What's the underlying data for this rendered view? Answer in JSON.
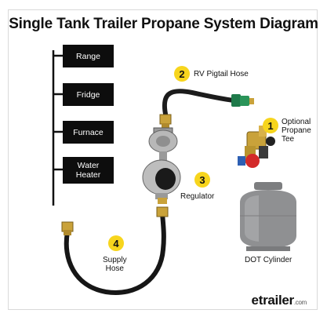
{
  "title": "Single Tank Trailer Propane System Diagram",
  "appliances": [
    "Range",
    "Fridge",
    "Furnace",
    "Water\nHeater"
  ],
  "components": [
    {
      "number": "1",
      "label": "Optional\nPropane\nTee"
    },
    {
      "number": "2",
      "label": "RV Pigtail Hose"
    },
    {
      "number": "3",
      "label": "Regulator"
    },
    {
      "number": "4",
      "label": "Supply\nHose"
    }
  ],
  "cylinder_label": "DOT Cylinder",
  "brand": {
    "name": "etrailer",
    "suffix": ".com"
  },
  "colors": {
    "badge": "#f7d51d",
    "appliance_box": "#0d0d0d",
    "fitting_green": "#1f7a4a",
    "brass": "#c9a23a",
    "cylinder": "#8f9092"
  }
}
